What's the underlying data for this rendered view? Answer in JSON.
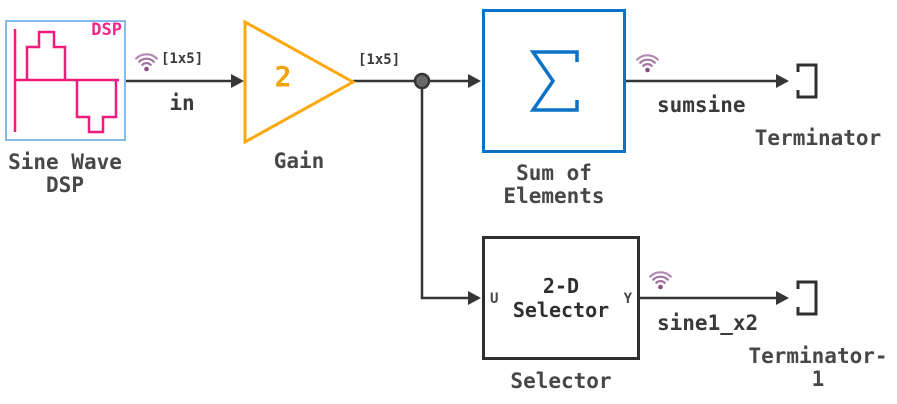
{
  "diagram": {
    "blocks": {
      "sine_wave": {
        "type": "Sine Wave (DSP)",
        "corner_text": "DSP",
        "name_line1": "Sine Wave",
        "name_line2": "DSP"
      },
      "gain": {
        "type": "Gain",
        "value": "2",
        "name": "Gain"
      },
      "sum_of_elements": {
        "type": "Sum of Elements",
        "symbol": "sigma-icon",
        "name_line1": "Sum of",
        "name_line2": "Elements"
      },
      "selector": {
        "type": "2-D Selector",
        "body_line1": "2-D",
        "body_line2": "Selector",
        "port_in": "U",
        "port_out": "Y",
        "name": "Selector"
      },
      "terminator": {
        "type": "Terminator",
        "name": "Terminator"
      },
      "terminator_1": {
        "type": "Terminator",
        "name_line1": "Terminator-",
        "name_line2": "1"
      }
    },
    "signals": {
      "in": {
        "label": "in",
        "dimension": "[1x5]",
        "logged": true
      },
      "gain_out": {
        "dimension": "[1x5]",
        "logged": false
      },
      "sumsine": {
        "label": "sumsine",
        "logged": true
      },
      "sine1_x2": {
        "label": "sine1_x2",
        "logged": true
      }
    },
    "colors": {
      "background": "#FFFFFF",
      "wire": "#363636",
      "block_label": "#474747",
      "signal_label": "#3A3A3A",
      "sine_border_blue": "#85BBE8",
      "waveform_pink": "#EE1C7C",
      "gain_orange": "#FBA80A",
      "gain_text_orange": "#F2A205",
      "sum_blue": "#0C72C6",
      "selector_border": "#2F2F2F",
      "logging_badge_purple": "#A271A0"
    }
  }
}
